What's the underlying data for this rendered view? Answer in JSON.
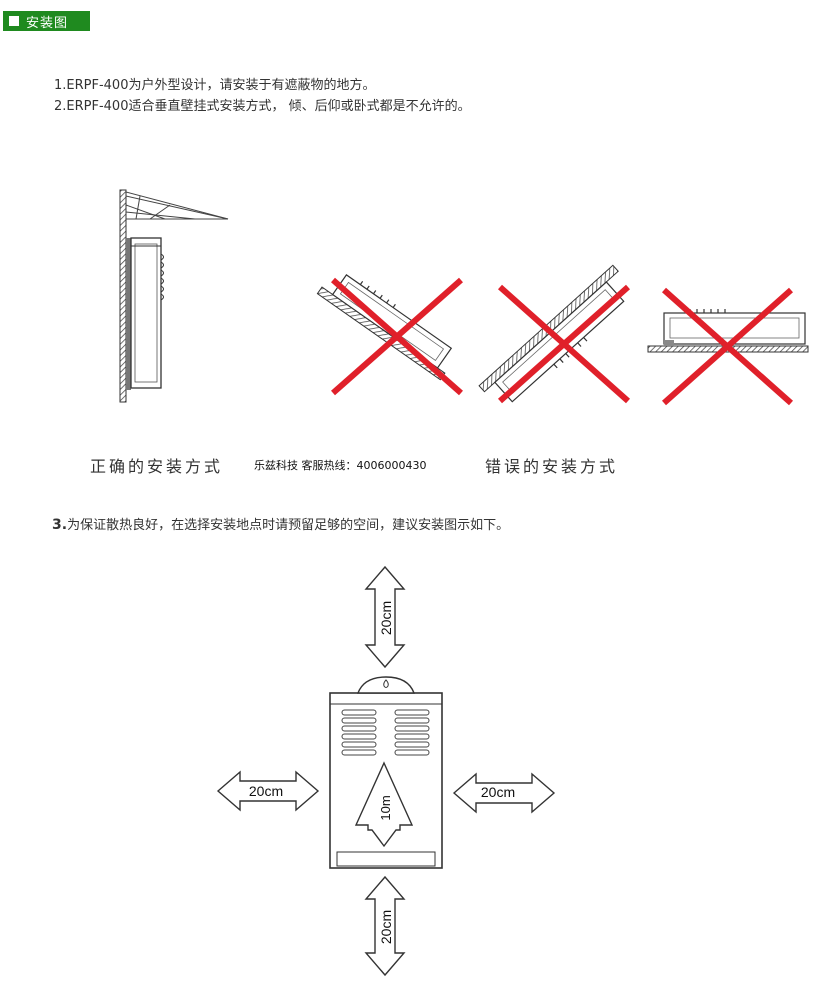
{
  "header": {
    "title": "安装图"
  },
  "notes": {
    "line1": "1.ERPF-400为户外型设计，请安装于有遮蔽物的地方。",
    "line2": "2.ERPF-400适合垂直壁挂式安装方式，  倾、后仰或卧式都是不允许的。",
    "line3_num": "3.",
    "line3_text": "为保证散热良好，在选择安装地点时请预留足够的空间，建议安装图示如下。"
  },
  "captions": {
    "correct": "正确的安装方式",
    "hotline": "乐兹科技 客服热线：4006000430",
    "wrong": "错误的安装方式"
  },
  "clearance": {
    "top": "20cm",
    "left": "20cm",
    "right": "20cm",
    "bottom": "20cm",
    "inner": "10m"
  },
  "colors": {
    "badge": "#1f8a1f",
    "cross": "#e0202a"
  }
}
